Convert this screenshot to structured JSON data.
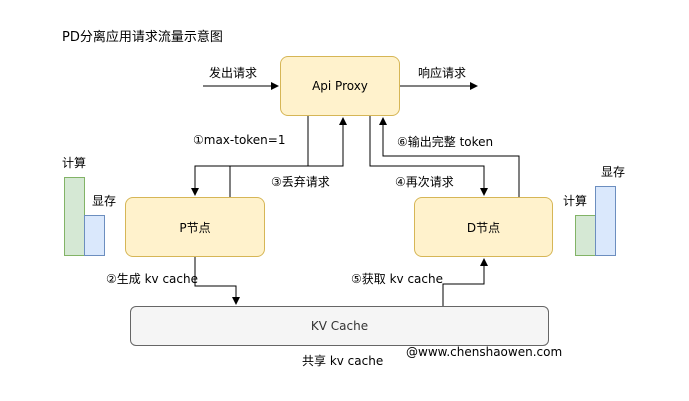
{
  "title": "PD分离应用请求流量示意图",
  "nodes": {
    "proxy": "Api Proxy",
    "p_node": "P节点",
    "d_node": "D节点",
    "kv_cache": "KV Cache"
  },
  "labels": {
    "send_request": "发出请求",
    "response_request": "响应请求",
    "step1": "①max-token=1",
    "step2": "②生成 kv cache",
    "step3": "③丢弃请求",
    "step4": "④再次请求",
    "step5": "⑤获取 kv cache",
    "step6": "⑥输出完整 token",
    "shared_kv": "共享 kv cache",
    "watermark": "@www.chenshaowen.com"
  },
  "resource_bars": {
    "left": {
      "compute_label": "计算",
      "memory_label": "显存"
    },
    "right": {
      "compute_label": "计算",
      "memory_label": "显存"
    }
  },
  "colors": {
    "node_fill": "#fff2cc",
    "node_border": "#d6b656",
    "compute_fill": "#d5e8d4",
    "memory_fill": "#dae8fc",
    "kv_fill": "#f5f5f5"
  }
}
